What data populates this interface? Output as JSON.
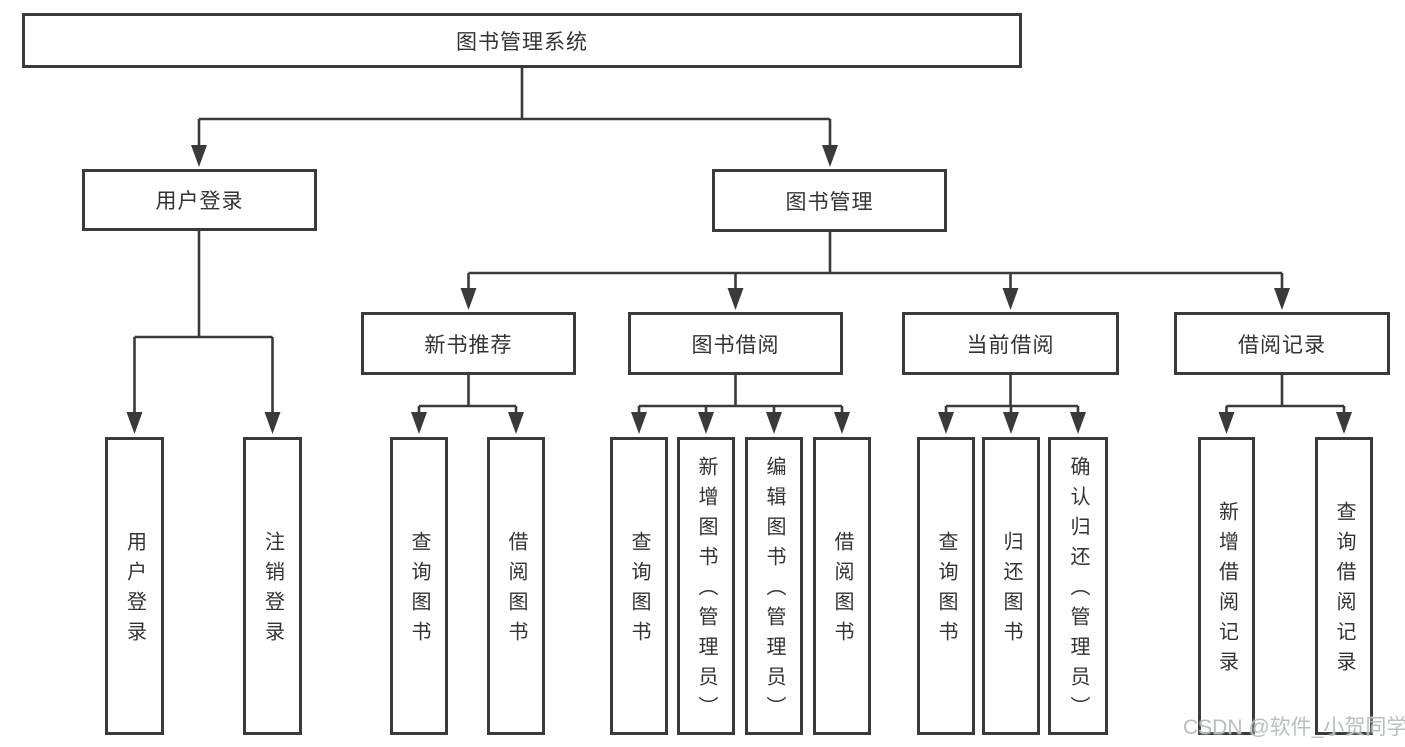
{
  "colors": {
    "line": "#3a3a3a",
    "box_border": "#3a3a3a",
    "text": "#333333",
    "watermark": "#b9bdc5",
    "background": "#ffffff"
  },
  "watermark": "CSDN @软件_小贺同学",
  "nodes": {
    "root": {
      "label": "图书管理系统"
    },
    "l2": [
      {
        "label": "用户登录"
      },
      {
        "label": "图书管理"
      }
    ],
    "l3": [
      {
        "label": "新书推荐"
      },
      {
        "label": "图书借阅"
      },
      {
        "label": "当前借阅"
      },
      {
        "label": "借阅记录"
      }
    ],
    "login_children": [
      {
        "label": "用户登录"
      },
      {
        "label": "注销登录"
      }
    ],
    "newbook_children": [
      {
        "label": "查询图书"
      },
      {
        "label": "借阅图书"
      }
    ],
    "borrow_children": [
      {
        "label": "查询图书"
      },
      {
        "label": "新增图书（管理员）"
      },
      {
        "label": "编辑图书（管理员）"
      },
      {
        "label": "借阅图书"
      }
    ],
    "current_children": [
      {
        "label": "查询图书"
      },
      {
        "label": "归还图书"
      },
      {
        "label": "确认归还（管理员）"
      }
    ],
    "record_children": [
      {
        "label": "新增借阅记录"
      },
      {
        "label": "查询借阅记录"
      }
    ]
  }
}
